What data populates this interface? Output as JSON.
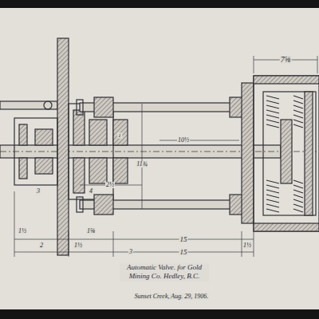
{
  "diagram": {
    "caption": "Automatic Valve. for Gold Mining Co. Hedley, B.C.",
    "labels": [
      "7⅝",
      "1½",
      "2",
      "1⅝",
      "3",
      "4",
      "1",
      "10½",
      "2½",
      "11¾",
      "1½",
      "15",
      "3",
      "15",
      "1½",
      "Sunset Creek, Aug. 29, 1906."
    ]
  }
}
